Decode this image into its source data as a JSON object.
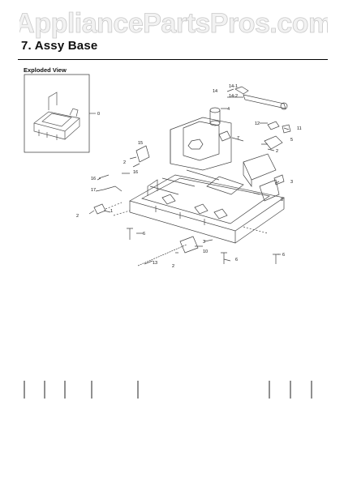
{
  "watermark": {
    "text": "AppliancePartsPros.com"
  },
  "section": {
    "title": "7.  Assy Base"
  },
  "exploded_view": {
    "label": "Exploded View",
    "callouts": {
      "c0": "0",
      "c1": "1",
      "c2": "2",
      "c3": "3",
      "c4": "4",
      "c5": "5",
      "c6": "6",
      "c7": "7",
      "c8": "8",
      "c9": "9",
      "c10": "10",
      "c11": "11",
      "c12": "12",
      "c13": "13",
      "c14": "14",
      "c14_1": "14-1",
      "c14_2": "14-2",
      "c15": "15",
      "c16": "16",
      "c17": "17"
    }
  }
}
